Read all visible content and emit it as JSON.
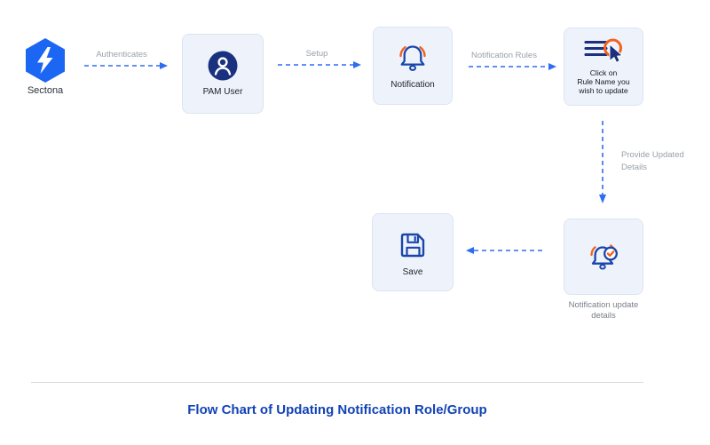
{
  "title": "Flow Chart of Updating Notification Role/Group",
  "colors": {
    "arrow_blue": "#2f6cf1",
    "icon_navy": "#1a46aa",
    "icon_fill_navy": "#19317f",
    "icon_orange": "#f4611d",
    "logo_blue": "#1b66f2",
    "box_background": "#eef3fb",
    "box_border": "#dce4f2",
    "title_blue": "#1243b5"
  },
  "nodes": {
    "sectona": {
      "label": "Sectona",
      "icon": "sectona-logo"
    },
    "pam_user": {
      "label": "PAM User",
      "icon": "user-icon"
    },
    "notification": {
      "label": "Notification",
      "icon": "bell-icon"
    },
    "click_rule": {
      "label": "Click on\nRule Name you\nwish to update",
      "icon": "list-cursor-icon"
    },
    "update_details": {
      "label": "Notification update\ndetails",
      "icon": "bell-check-icon"
    },
    "save": {
      "label": "Save",
      "icon": "save-icon"
    }
  },
  "connectors": {
    "authenticates": {
      "label": "Authenticates",
      "direction": "right"
    },
    "setup": {
      "label": "Setup",
      "direction": "right"
    },
    "notification_rules": {
      "label": "Notification Rules",
      "direction": "right"
    },
    "provide_updated_details": {
      "label": "Provide Updated\nDetails",
      "direction": "down"
    },
    "update_to_save": {
      "label": "",
      "direction": "left"
    }
  }
}
